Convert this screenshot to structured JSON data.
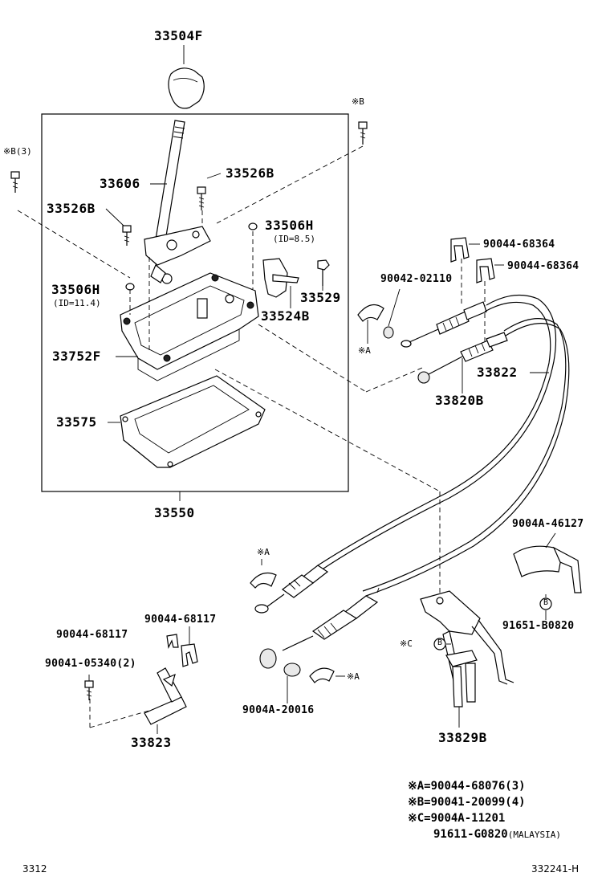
{
  "labels": {
    "knob": "33504F",
    "lever": "33606",
    "bolt_upper": "33526B",
    "bolt_left": "33526B",
    "bushing_upper": "33506H",
    "bushing_upper_id": "(ID=8.5)",
    "bushing_lower": "33506H",
    "bushing_lower_id": "(ID=11.4)",
    "nut": "33529",
    "bracket": "33524B",
    "housing": "33752F",
    "gasket": "33575",
    "assembly": "33550",
    "clip_1": "90044-68364",
    "clip_2": "90044-68364",
    "washer": "90042-02110",
    "cable_1": "33822",
    "cable_2": "33820B",
    "clamp": "9004A-46127",
    "clamp_bolt": "91651-B0820",
    "clip_3": "90044-68117",
    "clip_4": "90044-68117",
    "bolt_lower": "90041-05340(2)",
    "bracket_lower": "33823",
    "washer_lower": "9004A-20016",
    "bracket_right": "33829B",
    "mark_b_top": "※B",
    "mark_b3": "※B(3)",
    "mark_a_1": "※A",
    "mark_a_2": "※A",
    "mark_a_3": "※A",
    "mark_c": "※C",
    "circle_b_1": "B",
    "circle_b_2": "B"
  },
  "legend": [
    {
      "mark": "※A=",
      "part": "90044-68076(3)"
    },
    {
      "mark": "※B=",
      "part": "90041-20099(4)"
    },
    {
      "mark": "※C=",
      "part": "9004A-11201"
    },
    {
      "mark": "",
      "part": "91611-G0820",
      "note": "(MALAYSIA)"
    }
  ],
  "footer": {
    "left": "3312",
    "right": "332241-H"
  }
}
